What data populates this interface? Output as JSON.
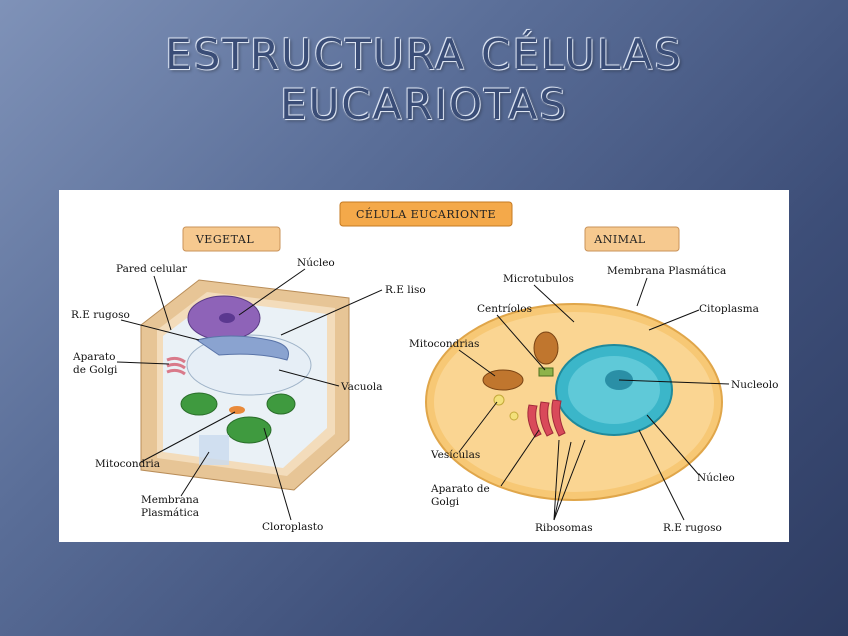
{
  "slide": {
    "title_line1": "ESTRUCTURA CÉLULAS",
    "title_line2": "EUCARIOTAS"
  },
  "diagram": {
    "main_header": "CÉLULA EUCARIONTE",
    "plant": {
      "header": "VEGETAL",
      "labels": {
        "pared": "Pared celular",
        "nucleo": "Núcleo",
        "reliso": "R.E liso",
        "rerugoso": "R.E rugoso",
        "aparato1": "Aparato",
        "aparato2": "de Golgi",
        "vacuola": "Vacuola",
        "mitocondria": "Mitocondria",
        "membrana1": "Membrana",
        "membrana2": "Plasmática",
        "cloroplasto": "Cloroplasto"
      }
    },
    "animal": {
      "header": "ANIMAL",
      "labels": {
        "microtubulos": "Microtubulos",
        "membrana": "Membrana Plasmática",
        "centriolos": "Centríolos",
        "citoplasma": "Citoplasma",
        "mitocondrias": "Mitocondrias",
        "nucleolo": "Nucleolo",
        "vesiculas": "Vesículas",
        "nucleo": "Núcleo",
        "aparato1": "Aparato de",
        "aparato2": "Golgi",
        "ribosomas": "Ribosomas",
        "rerugoso": "R.E rugoso"
      }
    },
    "colors": {
      "header_fill": "#f6c98f",
      "main_header_fill": "#f4a94a",
      "cell_wall": "#e8c79a",
      "cytoplasm_animal": "#f7c875",
      "nucleus_animal": "#3bb6c9",
      "nucleus_plant": "#8e63b8",
      "chloroplast": "#3f9a3f",
      "golgi": "#d94a5a"
    }
  }
}
